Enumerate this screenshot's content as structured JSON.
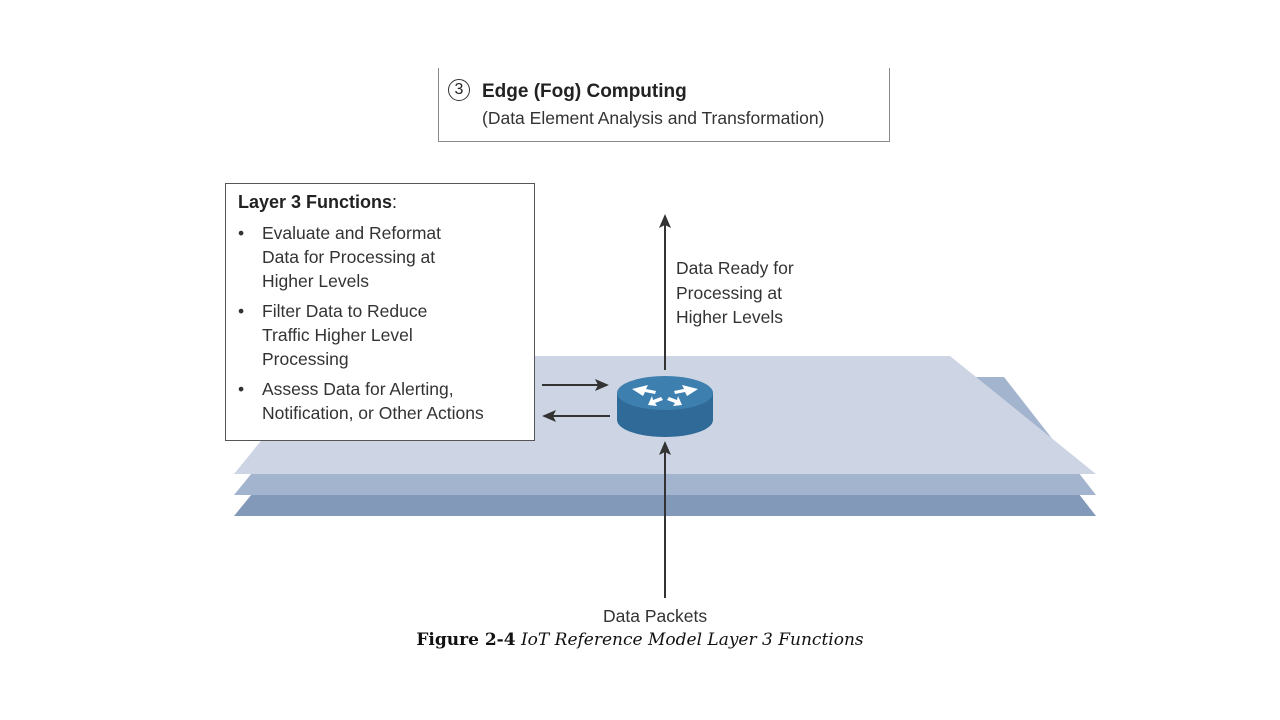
{
  "header": {
    "layer_number": "3",
    "layer_title": "Edge (Fog) Computing",
    "layer_subtitle": "(Data Element Analysis and Transformation)"
  },
  "functions_box": {
    "title": "Layer 3 Functions",
    "title_suffix": ":",
    "items": [
      "Evaluate and Reformat\nData for Processing at\nHigher Levels",
      "Filter Data to Reduce\nTraffic Higher Level\nProcessing",
      "Assess Data for Alerting,\nNotification, or Other Actions"
    ]
  },
  "labels": {
    "output": "Data Ready for\nProcessing at\nHigher Levels",
    "input": "Data Packets"
  },
  "caption": {
    "number": "Figure 2-4",
    "text": "IoT Reference Model Layer 3 Functions"
  },
  "colors": {
    "plane_top": "#cdd5e4",
    "plane_middle": "#a3b4ce",
    "plane_bottom": "#8399b9",
    "router_top": "#3d7fae",
    "router_side": "#2f6a98",
    "arrow": "#333333"
  },
  "icons": {
    "router": "router-icon"
  }
}
